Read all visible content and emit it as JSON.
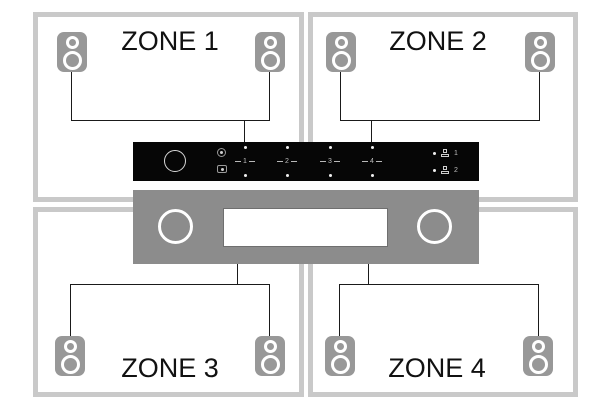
{
  "zones": [
    {
      "label": "ZONE 1"
    },
    {
      "label": "ZONE 2"
    },
    {
      "label": "ZONE 3"
    },
    {
      "label": "ZONE 4"
    }
  ],
  "selector": {
    "channels": [
      "1",
      "2",
      "3",
      "4"
    ],
    "outputs": [
      "1",
      "2"
    ]
  },
  "icons": {
    "power-icon": "circle with center dot",
    "ir-sensor-icon": "rounded window with dot",
    "volume-knob-icon": "circle outline",
    "speaker-output-icon": "small box over wide base",
    "speaker-icon": "cabinet with tweeter and woofer rings"
  },
  "colors": {
    "room_border": "#c9c9c9",
    "speaker_body": "#989898",
    "selector_body": "#060606",
    "receiver_body": "#8c8c8c",
    "display": "#ffffff",
    "wire": "#1a1a1a",
    "label_text": "#111111"
  }
}
